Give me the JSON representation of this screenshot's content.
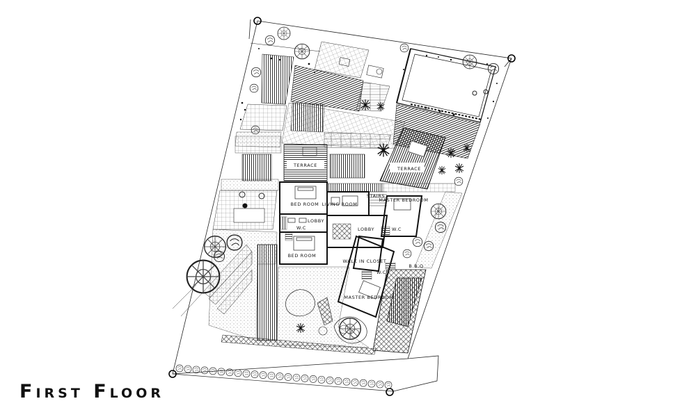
{
  "title": "First Floor",
  "rooms": {
    "terrace_left": "TERRACE",
    "terrace_right": "TERRACE",
    "bedroom_upper": "BED ROOM",
    "bedroom_lower": "BED ROOM",
    "living_room": "LIVING ROOM",
    "lobby_left": "LOBBY",
    "lobby_center": "LOBBY",
    "wc_left": "W.C",
    "wc_master": "W.C",
    "wc_closet": "W.C",
    "stairs": "STAIRS",
    "master_bedroom_upper": "MASTER BEDROOM",
    "master_bedroom_lower": "MASTER BEDROOM",
    "walk_in_closet": "WALK IN CLOSET",
    "bbq": "B.B.Q"
  },
  "colors": {
    "ink": "#111111",
    "hatch": "#2a2a2a",
    "paper": "#ffffff"
  }
}
